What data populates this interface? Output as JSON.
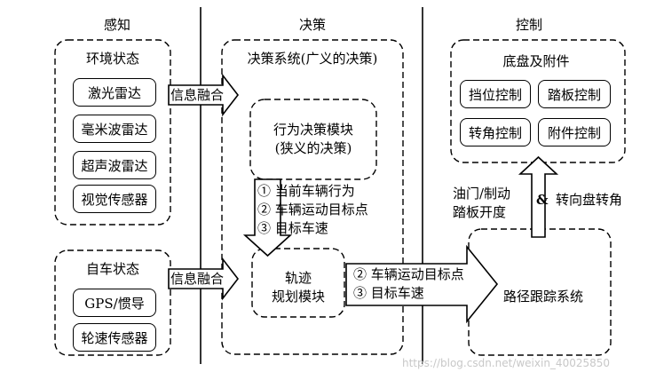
{
  "columns": {
    "perception": "感知",
    "decision": "决策",
    "control": "控制"
  },
  "perception": {
    "env_title": "环境状态",
    "env_items": [
      "激光雷达",
      "毫米波雷达",
      "超声波雷达",
      "视觉传感器"
    ],
    "ego_title": "自车状态",
    "ego_items": [
      "GPS/惯导",
      "轮速传感器"
    ]
  },
  "fusion": {
    "label_top": "信息融合",
    "label_bottom": "信息融合"
  },
  "decision": {
    "system_title": "决策系统(广义的决策)",
    "behavior_line1": "行为决策模块",
    "behavior_line2": "(狭义的决策)",
    "behavior_outputs": [
      "① 当前车辆行为",
      "② 车辆运动目标点",
      "③ 目标车速"
    ],
    "planning_line1": "轨迹",
    "planning_line2": "规划模块",
    "planning_outputs": [
      "② 车辆运动目标点",
      "③ 目标车速"
    ]
  },
  "control": {
    "chassis_title": "底盘及附件",
    "chassis_items": [
      "挡位控制",
      "踏板控制",
      "转角控制",
      "附件控制"
    ],
    "feedback_left_line1": "油门/制动",
    "feedback_left_line2": "踏板开度",
    "feedback_amp": "&",
    "feedback_right": "转向盘转角",
    "tracking_system": "路径跟踪系统"
  },
  "watermark": "https://blog.csdn.net/weixin_40025850"
}
